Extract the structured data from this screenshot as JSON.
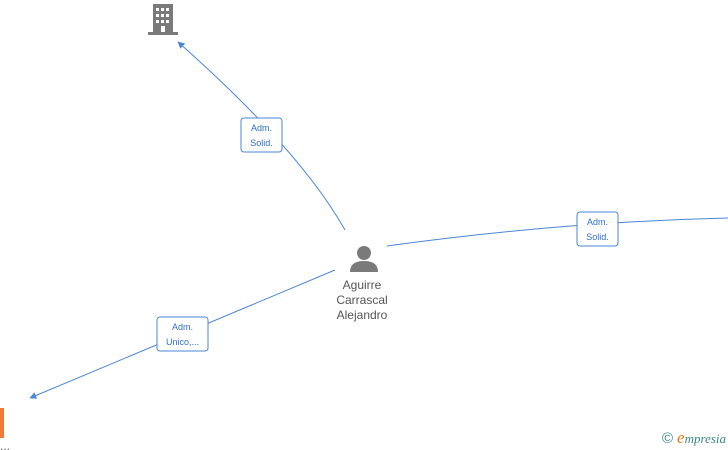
{
  "person": {
    "name_line1": "Aguirre",
    "name_line2": "Carrascal",
    "name_line3": "Alejandro"
  },
  "edges": {
    "top": {
      "line1": "Adm.",
      "line2": "Solid."
    },
    "right": {
      "line1": "Adm.",
      "line2": "Solid."
    },
    "left": {
      "line1": "Adm.",
      "line2": "Unico,..."
    }
  },
  "partial_label": "...",
  "watermark": {
    "copyright": "©",
    "brand_e": "e",
    "brand_rest": "mpresia"
  },
  "colors": {
    "edge": "#4a86d6",
    "icon": "#7a7a7a",
    "company_highlight": "#f07a3a"
  }
}
